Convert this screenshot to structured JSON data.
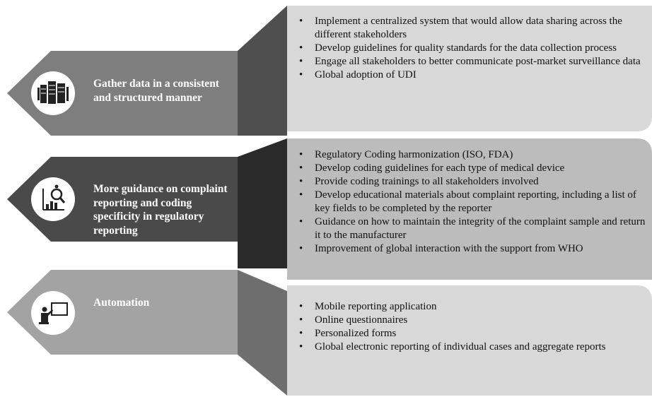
{
  "colors": {
    "row1_label_bg": "#7e7e7e",
    "row1_side": "#4f4f4f",
    "row2_label_bg": "#4a4a4a",
    "row2_side": "#2a2a2a",
    "row3_label_bg": "#a3a3a3",
    "row3_side": "#6e6e6e",
    "panel_light": "#d8d8d8",
    "panel_mid": "#bcbcbc"
  },
  "rows": [
    {
      "title": "Gather data in a consistent and structured manner",
      "icon": "server-racks-icon",
      "items": [
        "Implement a centralized system that would allow data sharing across the different stakeholders",
        "Develop guidelines for quality standards for the data collection process",
        "Engage all stakeholders to better communicate post-market surveillance data",
        "Global adoption of UDI"
      ]
    },
    {
      "title": "More guidance on complaint reporting and coding specificity in regulatory reporting",
      "icon": "chart-magnifier-icon",
      "items": [
        "Regulatory Coding harmonization (ISO, FDA)",
        "Develop coding guidelines for each type of medical device",
        "Provide coding trainings to all stakeholders involved",
        "Develop educational materials about complaint reporting, including a list of key fields to be completed by the reporter",
        "Guidance on how to maintain the integrity of the complaint sample and return it to the manufacturer",
        "Improvement of global interaction with the support from WHO"
      ]
    },
    {
      "title": "Automation",
      "icon": "presenter-board-icon",
      "items": [
        "Mobile reporting application",
        "Online questionnaires",
        "Personalized forms",
        "Global electronic reporting of individual cases and aggregate reports"
      ]
    }
  ]
}
